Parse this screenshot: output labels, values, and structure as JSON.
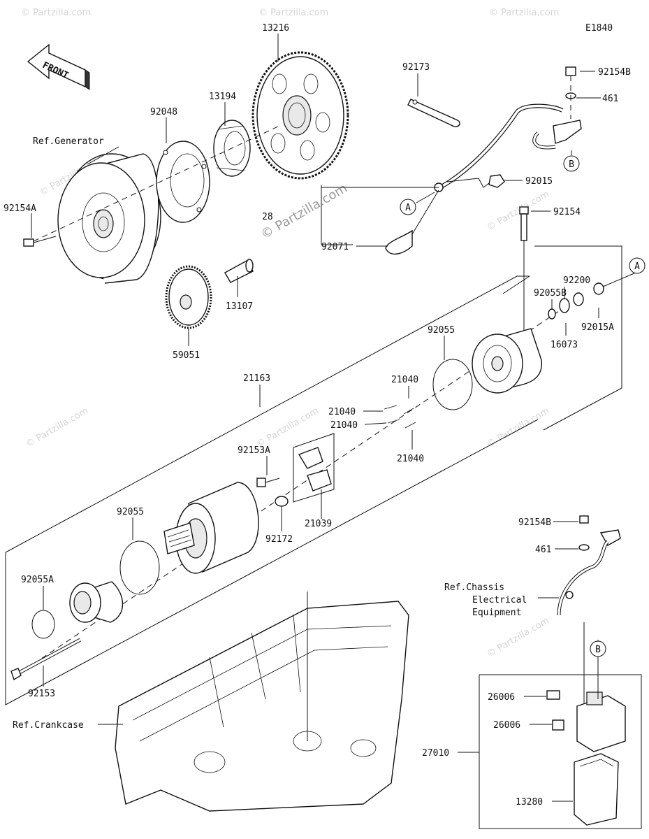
{
  "diagram_code": "E1840",
  "front_label": "FRONT",
  "watermark": {
    "small": "© Partzilla.com",
    "center": "© Partzilla.com"
  },
  "callouts": {
    "a": "A",
    "b": "B"
  },
  "parts": {
    "p13216": "13216",
    "p13194": "13194",
    "p92048": "92048",
    "ref_generator": "Ref.Generator",
    "p92154a": "92154A",
    "p13107": "13107",
    "p59051": "59051",
    "p92173": "92173",
    "p92154b_top": "92154B",
    "p461_top": "461",
    "p92015": "92015",
    "p92154": "92154",
    "p28_partial": "28",
    "p92071": "92071",
    "p92200": "92200",
    "p92055b": "92055B",
    "p92015a": "92015A",
    "p16073": "16073",
    "p92055_upper": "92055",
    "p21163": "21163",
    "p21040_a": "21040",
    "p21040_b": "21040",
    "p21040_c": "21040",
    "p21040_d": "21040",
    "p92153a": "92153A",
    "p21039": "21039",
    "p92172": "92172",
    "p92055_lower": "92055",
    "p92055a": "92055A",
    "p92153": "92153",
    "p92154b_mid": "92154B",
    "p461_mid": "461",
    "ref_chassis_1": "Ref.Chassis",
    "ref_chassis_2": "Electrical",
    "ref_chassis_3": "Equipment",
    "ref_crankcase": "Ref.Crankcase",
    "p26006_a": "26006",
    "p26006_b": "26006",
    "p27010": "27010",
    "p13280": "13280"
  }
}
